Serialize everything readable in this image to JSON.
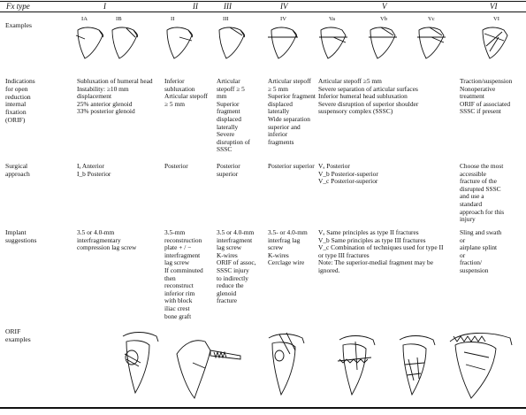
{
  "header": {
    "fx_type_label": "Fx type",
    "columns": [
      "I",
      "II",
      "III",
      "IV",
      "V",
      "VI"
    ],
    "subtypes": [
      "IA",
      "IB",
      "II",
      "III",
      "IV",
      "Va",
      "Vb",
      "Vc",
      "VI"
    ]
  },
  "rows": {
    "examples": "Examples",
    "indications": "Indications\nfor open\nreduction\ninternal\nfixation\n(ORIF)",
    "surgical": "Surgical\napproach",
    "implant": "Implant\nsuggestions",
    "orif": "ORIF\nexamples"
  },
  "indications": {
    "I": "Subluxation of humeral head\nInstability: ≥10 mm\n      displacement\n      25% anterior glenoid\n      33% posterior glenoid",
    "II": "Inferior\n   subluxation\nArticular stepoff\n   ≥ 5 mm",
    "III": "Articular\n   stepoff ≥ 5\n   mm\nSuperior\n   fragment\n   displaced\n   laterally\nSevere\n   disruption of\n   SSSC",
    "IV": "Articular stepoff\n   ≥ 5 mm\nSuperior fragment\n   displaced\n   laterally\nWide separation\n   superior and\n   inferior\n   fragments",
    "V": "Articular stepoff ≥5 mm\nSevere separation of articular surfaces\nInferior humeral head subluxation\nSevere disruption of superior shoulder\n   suspensory complex (SSSC)",
    "VI": "Traction/suspension\nNonoperative\n   treatment\nORIF of associated\n   SSSC if present"
  },
  "surgical": {
    "I": "Iₐ Anterior\nI_b Posterior",
    "II": "Posterior",
    "III": "Posterior\n   superior",
    "IV": "Posterior superior",
    "V": "Vₐ Posterior\nV_b Posterior-superior\nV_c Posterior-superior",
    "VI": "Choose the most\n   accessible\n   fracture of the\n   disrupted SSSC\n   and use a\n   standard\n   approach for this\n   injury"
  },
  "implant": {
    "I": "3.5 or 4.0-mm\n   interfragmentary\n   compression lag screw",
    "II": "3.5-mm\n   reconstruction\n   plate + / −\n   interfragment\n   lag screw\nIf comminuted\n   then\n   reconstruct\n   inferior rim\n   with block\n   iliac crest\n   bone graft",
    "III": "3.5 or 4.0-mm\n   interfragment\n   lag screw\nK-wires\nORIF of assoc,\n   SSSC injury\n   to indirectly\n   reduce the\n   glenoid\n   fracture",
    "IV": "3.5- or 4.0-mm\n   interfrag lag\n   screw\nK-wires\nCerclage wire",
    "V": "Vₐ Same principles as type II fractures\nV_b Same principles as type III fractures\nV_c Combination of techniques used for type II\n      or type III fractures\nNote: The superior-medial fragment may be\n   ignored.",
    "VI": "Sling and swath\n   or\n   airplane splint\n   or\n   fraction/\n   suspension"
  },
  "figures": {
    "example_icons": [
      "scapula-1a-icon",
      "scapula-1b-icon",
      "scapula-2-icon",
      "scapula-3-icon",
      "scapula-4-icon",
      "scapula-5a-icon",
      "scapula-5b-icon",
      "scapula-5c-icon",
      "scapula-6-icon"
    ],
    "orif_icons": [
      "orif-type-1-icon",
      "orif-type-2-icon",
      "orif-type-3-icon",
      "orif-type-4-icon",
      "orif-type-5-icon",
      "orif-type-6-icon"
    ]
  }
}
